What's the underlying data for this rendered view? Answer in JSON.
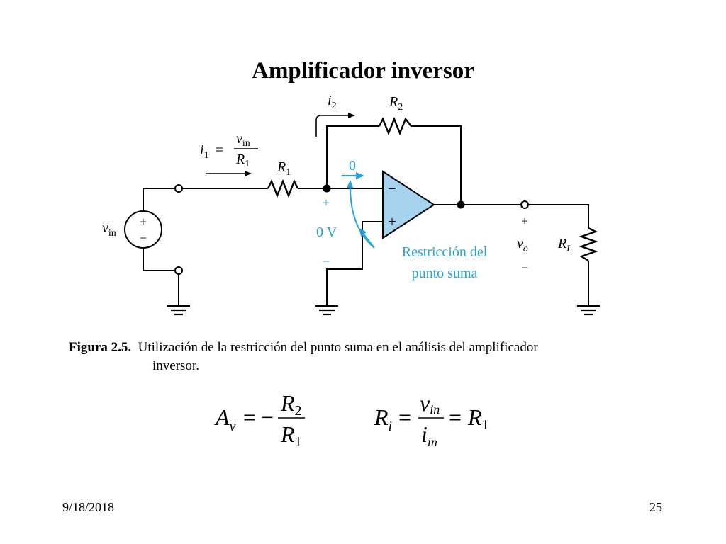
{
  "slide": {
    "title": "Amplificador inversor",
    "date": "9/18/2018",
    "page_number": "25"
  },
  "circuit": {
    "labels": {
      "i2": "i",
      "i2_sub": "2",
      "r2": "R",
      "r2_sub": "2",
      "i1": "i",
      "i1_sub": "1",
      "equals": "=",
      "frac_num": "v",
      "frac_num_sub": "in",
      "frac_den": "R",
      "frac_den_sub": "1",
      "r1": "R",
      "r1_sub": "1",
      "zero_current": "0",
      "plus_node": "+",
      "zero_volt": "0 V",
      "minus_node": "−",
      "opamp_minus": "−",
      "opamp_plus": "+",
      "vin": "v",
      "vin_sub": "in",
      "src_plus": "+",
      "src_minus": "−",
      "vo_plus": "+",
      "vo": "v",
      "vo_sub": "o",
      "vo_minus": "−",
      "rl": "R",
      "rl_sub": "L",
      "annotation_line1": "Restricción del",
      "annotation_line2": "punto suma"
    },
    "colors": {
      "wire": "#000000",
      "opamp_fill": "#a6d3ee",
      "annotation": "#29a3d8"
    }
  },
  "caption": {
    "figure_label": "Figura 2.5.",
    "text_line1": "Utilización de la restricción del punto suma en el análisis del amplificador",
    "text_line2": "inversor."
  },
  "equations": {
    "gain_lhs": "A",
    "gain_lhs_sub": "v",
    "gain_eq": "=",
    "gain_minus": "−",
    "gain_num": "R",
    "gain_num_sub": "2",
    "gain_den": "R",
    "gain_den_sub": "1",
    "ri_lhs": "R",
    "ri_lhs_sub": "i",
    "ri_eq1": "=",
    "ri_num": "v",
    "ri_num_sub": "in",
    "ri_den": "i",
    "ri_den_sub": "in",
    "ri_eq2": "=",
    "ri_rhs": "R",
    "ri_rhs_sub": "1"
  }
}
